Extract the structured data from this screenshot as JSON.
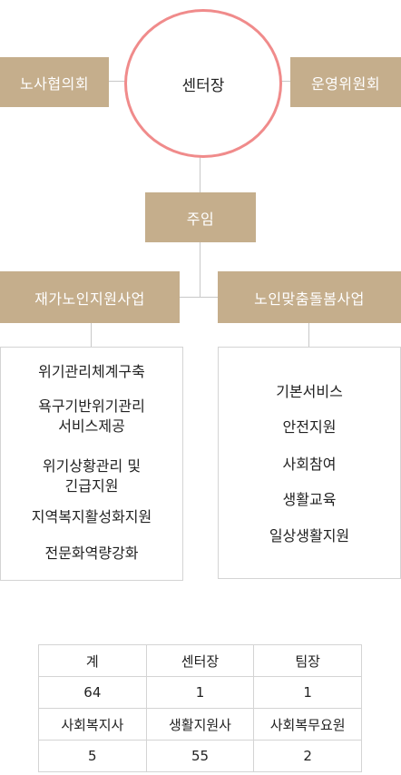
{
  "center": "센터장",
  "left_committee": "노사협의회",
  "right_committee": "운영위원회",
  "supervisor": "주임",
  "program_left": {
    "title": "재가노인지원사업",
    "items": [
      "위기관리체계구축",
      "욕구기반위기관리\n서비스제공",
      "위기상황관리 및\n긴급지원",
      "지역복지활성화지원",
      "전문화역량강화"
    ]
  },
  "program_right": {
    "title": "노인맞춤돌봄사업",
    "items": [
      "기본서비스",
      "안전지원",
      "사회참여",
      "생활교육",
      "일상생활지원"
    ]
  },
  "staff_table": {
    "rows": [
      [
        "계",
        "센터장",
        "팀장"
      ],
      [
        "64",
        "1",
        "1"
      ],
      [
        "사회복지사",
        "생활지원사",
        "사회복무요원"
      ],
      [
        "5",
        "55",
        "2"
      ]
    ]
  },
  "colors": {
    "box": "#c5ae8c",
    "circle_border": "#f08b8b",
    "line": "#c8c8c8"
  }
}
